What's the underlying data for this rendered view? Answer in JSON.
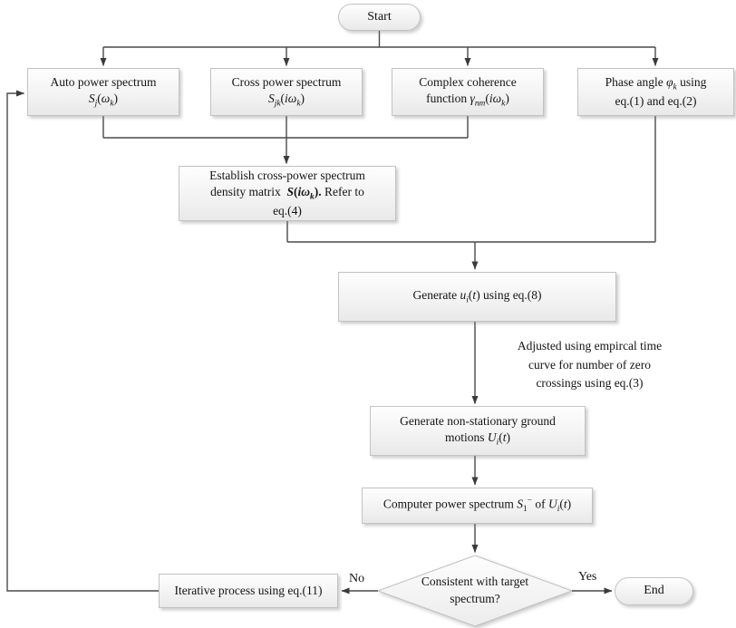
{
  "figure": {
    "type": "flowchart"
  },
  "colors": {
    "box_fill_top": "#fefefe",
    "box_fill_bottom": "#e9e9e9",
    "box_border": "#c2c2c2",
    "connector_line": "#4a4a4a",
    "arrowhead": "#3b3b3b",
    "text": "#141414"
  },
  "nodes": {
    "start": {
      "label": "Start"
    },
    "auto_power_spectrum": {
      "html": "Auto power spectrum<br><i>S</i><sub><i>j</i></sub>(<i>&omega;</i><sub><i>k</i></sub>)"
    },
    "cross_power_spectrum": {
      "html": "Cross power spectrum<br><i>S</i><sub><i>jk</i></sub>(<i>i&omega;</i><sub><i>k</i></sub>)"
    },
    "complex_coherence": {
      "html": "Complex coherence<br>function <i>&gamma;</i><sub><i>nm</i></sub>(<i>i&omega;</i><sub><i>k</i></sub>)"
    },
    "phase_angle": {
      "html": "Phase angle <i>&phi;</i><sub><i>k</i></sub> using<br>eq.(1) and eq.(2)"
    },
    "establish_matrix": {
      "html": "Establish cross-power spectrum<br>density matrix&nbsp; <b><i>S</i>(<i>i&omega;</i><sub><i>k</i></sub>).</b> Refer to<br>eq.(4)"
    },
    "generate_u": {
      "html": "Generate <i>u</i><sub><i>i</i></sub>(<i>t</i>) using eq.(8)"
    },
    "adjust_annotation": {
      "html": "Adjusted using empircal time<br>curve for number of zero<br>crossings using eq.(3)"
    },
    "generate_nonstationary": {
      "html": "Generate non-stationary ground<br>motions <i>U</i><sub><i>i</i></sub>(<i>t</i>)"
    },
    "compute_power_spectrum": {
      "html": "Computer power spectrum <i>S</i><sub>1</sub><sup>&minus;</sup> of <i>U</i><sub><i>i</i></sub>(<i>t</i>)"
    },
    "decision_consistent": {
      "html": "Consistent with target<br>spectrum?"
    },
    "iterative_process": {
      "label": "Iterative process using eq.(11)"
    },
    "end": {
      "label": "End"
    }
  },
  "edge_labels": {
    "no": "No",
    "yes": "Yes"
  }
}
